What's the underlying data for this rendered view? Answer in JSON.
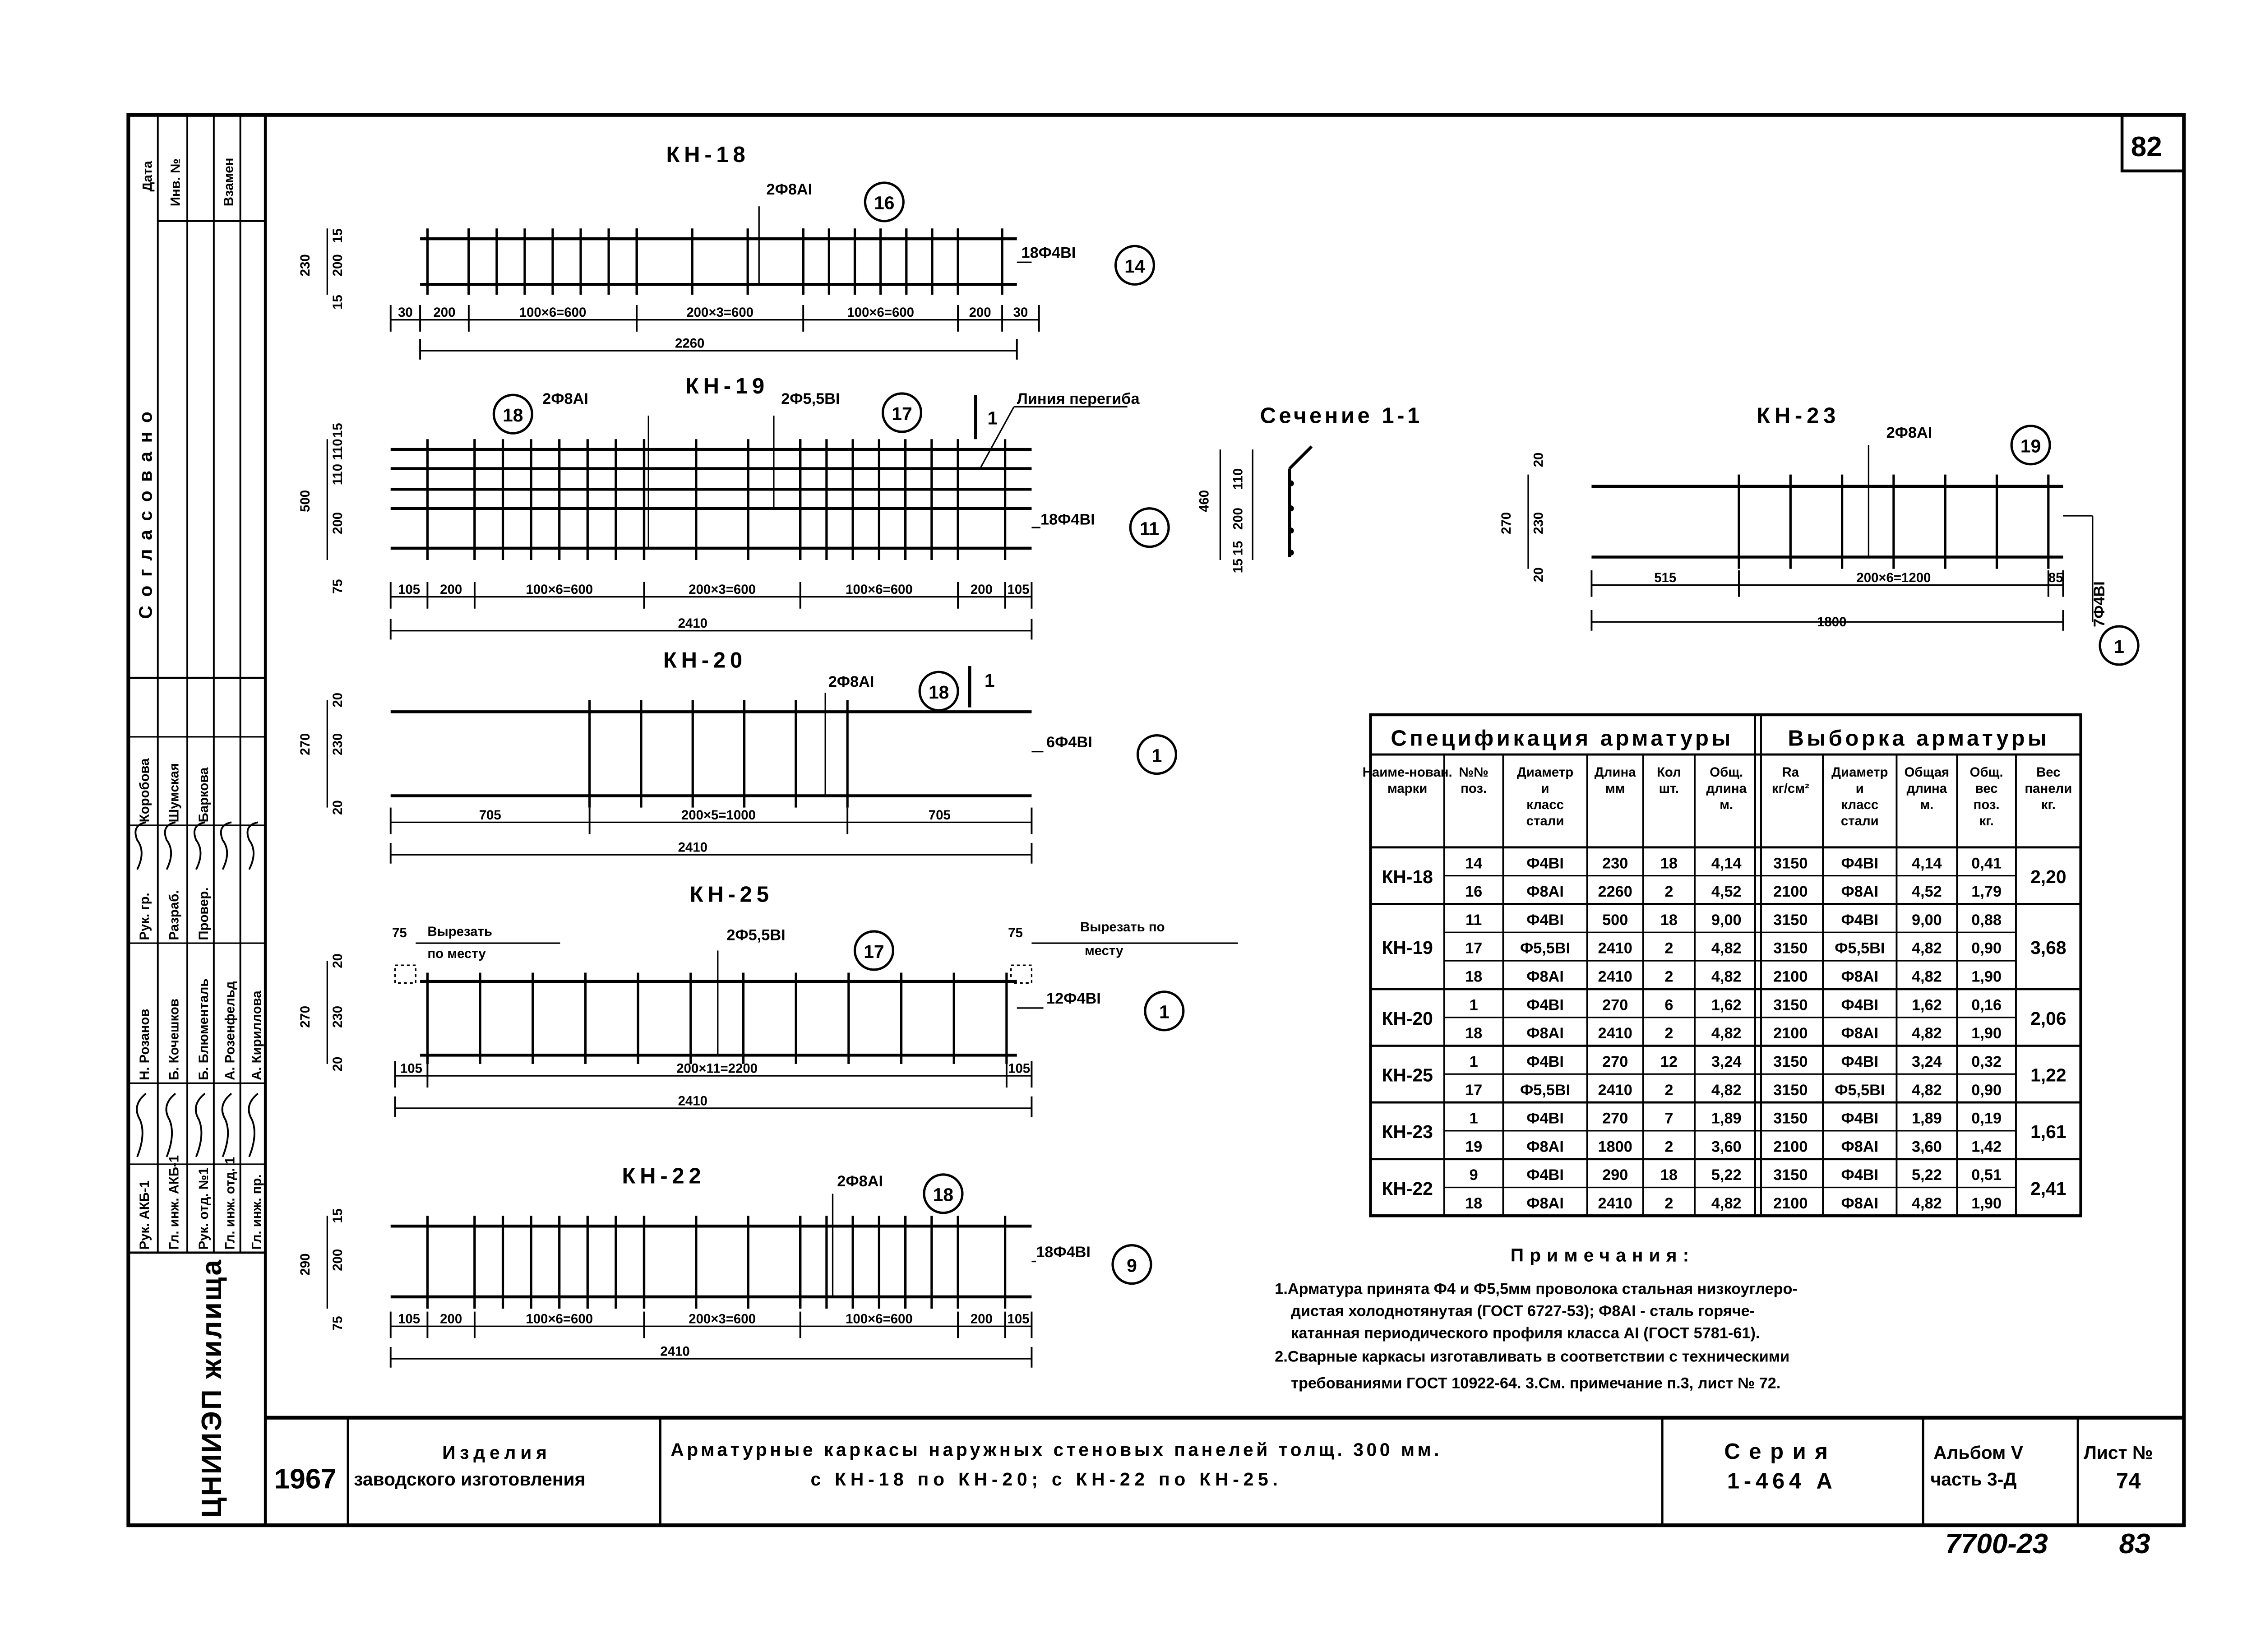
{
  "sheet_number": "82",
  "footer": {
    "code": "7700-23",
    "page": "83"
  },
  "left_strip": {
    "date_label": "Дата",
    "inv_label": "Инв. №",
    "replace_label": "Взамен",
    "agreed_label": "Согласовано",
    "stamp_rows": [
      {
        "role1": "Рук. АКБ-1",
        "name1": "Н. Розанов",
        "role2": "Рук. гр.",
        "name2": "Коробова"
      },
      {
        "role1": "Гл. инж. АКБ-1",
        "name1": "Б. Кочешков",
        "role2": "Разраб.",
        "name2": "Шумская"
      },
      {
        "role1": "Рук. отд. №1",
        "name1": "Б. Блюменталь",
        "role2": "Провер.",
        "name2": "Баркова"
      },
      {
        "role1": "Гл. инж. отд. 1",
        "name1": "А. Розенфельд",
        "role2": "",
        "name2": ""
      },
      {
        "role1": "Гл. инж. пр.",
        "name1": "А. Кириллова",
        "role2": "",
        "name2": ""
      }
    ],
    "org": "ЦНИИЭП жилища"
  },
  "drawings": {
    "kn18": {
      "title": "КН-18",
      "bar_callout": "2Ф8АI",
      "bar_pos": "16",
      "mesh_callout": "18Ф4ВI",
      "mesh_pos": "14",
      "dims": [
        "30",
        "200",
        "100×6=600",
        "200×3=600",
        "100×6=600",
        "200",
        "30"
      ],
      "total": "2260",
      "side_dims": [
        "230",
        "15",
        "200",
        "15"
      ]
    },
    "kn19": {
      "title": "КН-19",
      "bar_callout": "2Ф8АI",
      "bar_pos": "18",
      "mesh2_callout": "2Ф5,5ВI",
      "mesh2_pos": "17",
      "mesh_callout": "18Ф4ВI",
      "mesh_pos": "11",
      "bend_line": "Линия перегиба",
      "section_mark": "1",
      "dims": [
        "105",
        "200",
        "100×6=600",
        "200×3=600",
        "100×6=600",
        "200",
        "105"
      ],
      "total": "2410",
      "side_dims": [
        "500",
        "15",
        "110",
        "110",
        "200",
        "75"
      ]
    },
    "kn20": {
      "title": "КН-20",
      "bar_callout": "2Ф8АI",
      "bar_pos": "18",
      "mesh_callout": "6Ф4ВI",
      "mesh_pos": "1",
      "section_mark": "1",
      "dims": [
        "705",
        "200×5=1000",
        "705"
      ],
      "total": "2410",
      "side_dims": [
        "270",
        "20",
        "230",
        "20"
      ]
    },
    "kn25": {
      "title": "КН-25",
      "mesh2_callout": "2Ф5,5ВI",
      "mesh2_pos": "17",
      "mesh_callout": "12Ф4ВI",
      "mesh_pos": "1",
      "cut_left": [
        "Вырезать",
        "по месту"
      ],
      "cut_right": [
        "Вырезать по",
        "месту"
      ],
      "cut_dim": "75",
      "dims": [
        "105",
        "200×11=2200",
        "105"
      ],
      "total": "2410",
      "side_dims": [
        "270",
        "20",
        "230",
        "20"
      ]
    },
    "kn22": {
      "title": "КН-22",
      "bar_callout": "2Ф8АI",
      "bar_pos": "18",
      "mesh_callout": "18Ф4ВI",
      "mesh_pos": "9",
      "dims": [
        "105",
        "200",
        "100×6=600",
        "200×3=600",
        "100×6=600",
        "200",
        "105"
      ],
      "total": "2410",
      "side_dims": [
        "290",
        "15",
        "200",
        "75"
      ]
    },
    "kn23": {
      "title": "КН-23",
      "bar_callout": "2Ф8АI",
      "bar_pos": "19",
      "mesh_callout": "7Ф4ВI",
      "mesh_pos": "1",
      "dims": [
        "515",
        "200×6=1200",
        "85"
      ],
      "total": "1800",
      "side_dims": [
        "270",
        "20",
        "230",
        "20"
      ]
    },
    "section": {
      "title": "Сечение 1-1",
      "side_dims": [
        "460",
        "110",
        "200",
        "15",
        "15"
      ]
    }
  },
  "table": {
    "spec_title": "Спецификация арматуры",
    "sel_title": "Выборка арматуры",
    "headers": [
      "Наиме-нован. марки",
      "№№ поз.",
      "Диаметр и класс стали",
      "Длина мм",
      "Кол шт.",
      "Общ. длина м.",
      "Ra кг/см²",
      "Диаметр и класс стали",
      "Общая длина м.",
      "Общ. вес поз. кг.",
      "Вес панели кг."
    ],
    "groups": [
      {
        "mark": "КН-18",
        "panel_weight": "2,20",
        "rows": [
          [
            "14",
            "Ф4ВI",
            "230",
            "18",
            "4,14",
            "3150",
            "Ф4ВI",
            "4,14",
            "0,41"
          ],
          [
            "16",
            "Ф8АI",
            "2260",
            "2",
            "4,52",
            "2100",
            "Ф8АI",
            "4,52",
            "1,79"
          ]
        ]
      },
      {
        "mark": "КН-19",
        "panel_weight": "3,68",
        "rows": [
          [
            "11",
            "Ф4ВI",
            "500",
            "18",
            "9,00",
            "3150",
            "Ф4ВI",
            "9,00",
            "0,88"
          ],
          [
            "17",
            "Ф5,5ВI",
            "2410",
            "2",
            "4,82",
            "3150",
            "Ф5,5ВI",
            "4,82",
            "0,90"
          ],
          [
            "18",
            "Ф8АI",
            "2410",
            "2",
            "4,82",
            "2100",
            "Ф8АI",
            "4,82",
            "1,90"
          ]
        ]
      },
      {
        "mark": "КН-20",
        "panel_weight": "2,06",
        "rows": [
          [
            "1",
            "Ф4ВI",
            "270",
            "6",
            "1,62",
            "3150",
            "Ф4ВI",
            "1,62",
            "0,16"
          ],
          [
            "18",
            "Ф8АI",
            "2410",
            "2",
            "4,82",
            "2100",
            "Ф8АI",
            "4,82",
            "1,90"
          ]
        ]
      },
      {
        "mark": "КН-25",
        "panel_weight": "1,22",
        "rows": [
          [
            "1",
            "Ф4ВI",
            "270",
            "12",
            "3,24",
            "3150",
            "Ф4ВI",
            "3,24",
            "0,32"
          ],
          [
            "17",
            "Ф5,5ВI",
            "2410",
            "2",
            "4,82",
            "3150",
            "Ф5,5ВI",
            "4,82",
            "0,90"
          ]
        ]
      },
      {
        "mark": "КН-23",
        "panel_weight": "1,61",
        "rows": [
          [
            "1",
            "Ф4ВI",
            "270",
            "7",
            "1,89",
            "3150",
            "Ф4ВI",
            "1,89",
            "0,19"
          ],
          [
            "19",
            "Ф8АI",
            "1800",
            "2",
            "3,60",
            "2100",
            "Ф8АI",
            "3,60",
            "1,42"
          ]
        ]
      },
      {
        "mark": "КН-22",
        "panel_weight": "2,41",
        "rows": [
          [
            "9",
            "Ф4ВI",
            "290",
            "18",
            "5,22",
            "3150",
            "Ф4ВI",
            "5,22",
            "0,51"
          ],
          [
            "18",
            "Ф8АI",
            "2410",
            "2",
            "4,82",
            "2100",
            "Ф8АI",
            "4,82",
            "1,90"
          ]
        ]
      }
    ]
  },
  "notes": {
    "title": "Примечания:",
    "lines": [
      "1.Арматура принята Ф4 и Ф5,5мм проволока стальная низкоуглеро-",
      "диcтая холоднотянутая (ГОСТ 6727-53); Ф8АI - сталь горяче-",
      "катанная периодического профиля класса АI (ГОСТ 5781-61).",
      "2.Сварные каркасы изготавливать в соответствии с техническими",
      "требованиями ГОСТ 10922-64. 3.См. примечание п.3, лист № 72."
    ]
  },
  "title_block": {
    "year": "1967",
    "product_line1": "Изделия",
    "product_line2": "заводского изготовления",
    "title_line1": "Арматурные каркасы наружных стеновых панелей толщ. 300 мм.",
    "title_line2": "с КН-18 по КН-20; с КН-22 по КН-25.",
    "series_label": "Серия",
    "series": "1-464 А",
    "album_label": "Альбом V",
    "part": "часть 3-Д",
    "sheet_label": "Лист №",
    "sheet": "74"
  }
}
